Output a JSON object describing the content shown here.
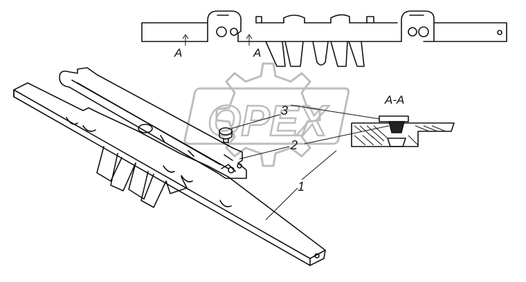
{
  "labels": {
    "section_a_left": "A",
    "section_a_right": "A",
    "section_title": "A-A",
    "callout_1": "1",
    "callout_2": "2",
    "callout_3": "3"
  },
  "watermark": {
    "text": "OPEX"
  },
  "colors": {
    "ink": "#111111",
    "watermark": "#bdbdbd",
    "hatch": "#333333"
  }
}
